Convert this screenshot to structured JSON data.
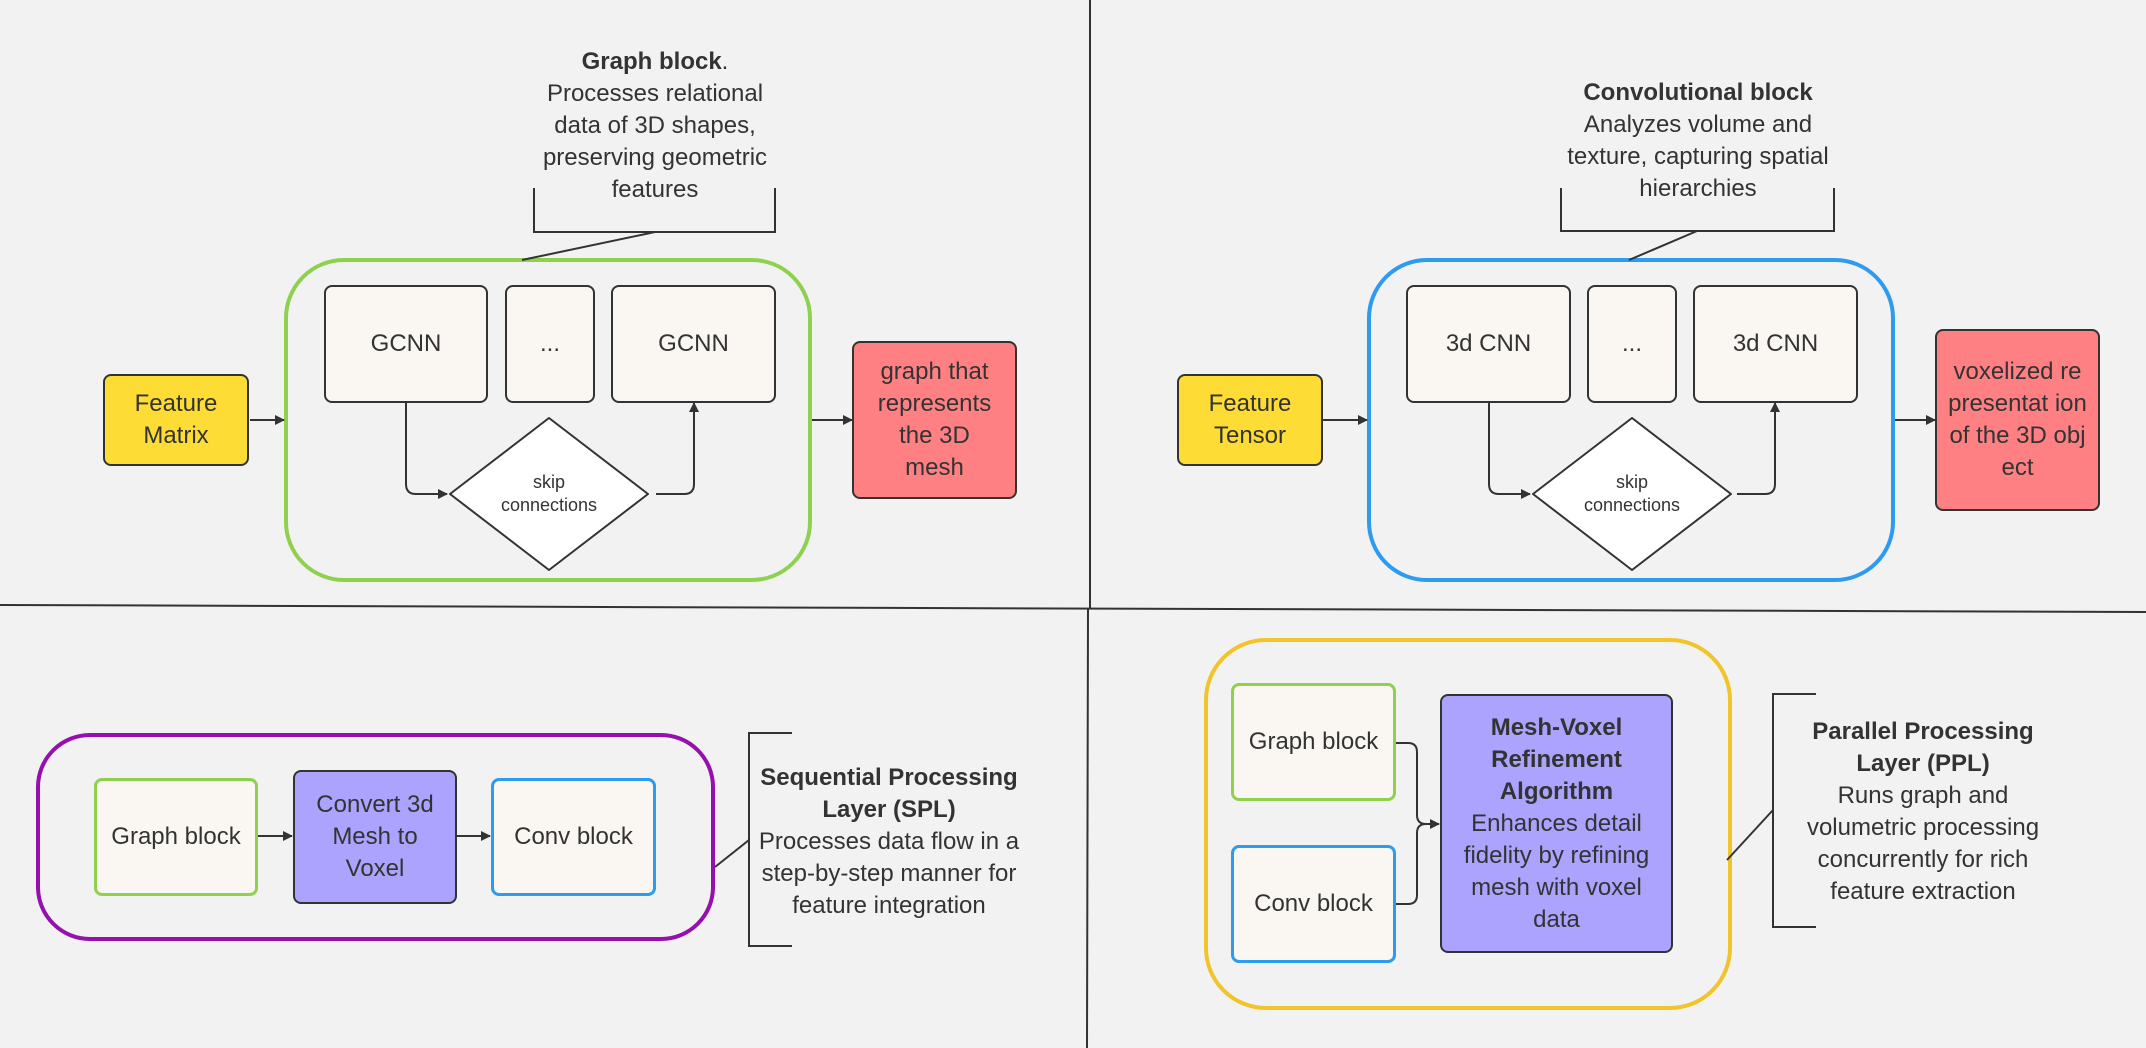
{
  "quadrants": {
    "graph": {
      "annotation_title": "Graph block",
      "annotation_title_suffix": ".",
      "annotation_body": "Processes relational data of 3D shapes, preserving geometric features",
      "input_label": "Feature Matrix",
      "layer_left_label": "GCNN",
      "layer_ellipsis_label": "...",
      "layer_right_label": "GCNN",
      "skip_label": "skip connections",
      "output_label": "graph that represents the 3D mesh",
      "colors": {
        "frame": "#8fd14f",
        "input": "#fddc35",
        "output": "#fe8082"
      }
    },
    "conv": {
      "annotation_title": "Convolutional block",
      "annotation_body": "Analyzes volume and texture, capturing spatial hierarchies",
      "input_label": "Feature Tensor",
      "layer_left_label": "3d CNN",
      "layer_ellipsis_label": "...",
      "layer_right_label": "3d CNN",
      "skip_label": "skip connections",
      "output_label": "voxelized representat ion of the 3D object",
      "colors": {
        "frame": "#2d9bf0",
        "input": "#fddc35",
        "output": "#fe8082"
      }
    },
    "spl": {
      "step1_label": "Graph block",
      "step2_label": "Convert 3d Mesh to Voxel",
      "step3_label": "Conv block",
      "annotation_title": "Sequential Processing Layer (SPL)",
      "annotation_body": "Processes data flow in a step-by-step manner for feature integration",
      "colors": {
        "frame": "#9510ac",
        "convert": "#aba3fd"
      }
    },
    "ppl": {
      "graph_label": "Graph block",
      "conv_label": "Conv block",
      "algorithm_title": "Mesh-Voxel Refinement Algorithm",
      "algorithm_body": "Enhances detail fidelity by refining mesh with voxel data",
      "annotation_title": "Parallel Processing Layer (PPL)",
      "annotation_body": "Runs graph and volumetric processing concurrently for rich feature extraction",
      "colors": {
        "frame": "#f2c42b",
        "algorithm": "#aba3fd"
      }
    }
  }
}
